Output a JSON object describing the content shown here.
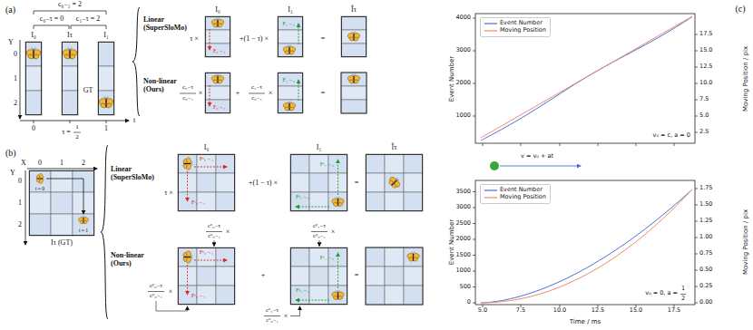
{
  "diagram": {
    "nodes": [
      {
        "text": [
          "I₀"
        ]
      },
      {
        "text": [
          "Iτ"
        ]
      },
      {
        "text": [
          "I₁"
        ]
      },
      {
        "text": [
          "I₀",
          "F₀→₁"
        ]
      },
      {
        "text": [
          "I₁",
          "F₁→₀"
        ]
      },
      {
        "text": [
          "Îτ"
        ]
      },
      {
        "text": [
          "F₀→₁"
        ]
      },
      {
        "text": [
          "F₁→₀"
        ]
      },
      {
        "text": [
          "Iτ (GT)",
          "t = 0",
          "t = 1"
        ]
      },
      {
        "text": [
          "I₀",
          "Fˣ₀→₁",
          "Fʸ₀→₁"
        ]
      },
      {
        "text": [
          "I₁",
          "Fʸ₁→₀",
          "Fˣ₁→₀"
        ]
      },
      {
        "text": [
          "Îτ"
        ]
      },
      {
        "text": [
          "Fˣ₀→₁",
          "Fʸ₀→₁"
        ]
      },
      {
        "text": [
          "Fʸ₁→₀",
          "Fˣ₁→₀"
        ]
      }
    ],
    "labels": [
      "(a)",
      "c₀₋₁ = 2",
      "c₀₋τ = 0",
      "c₁₋τ = 2",
      "Y",
      "0",
      "1",
      "2",
      "GT",
      "t",
      "0",
      "τ =",
      "1",
      "2",
      "1",
      "Linear (SuperSloMo)",
      "Non-linear (Ours)",
      "τ ×",
      "+(1 − τ) ×",
      "=",
      "c₀₋τ",
      "c₀₋₁",
      "×",
      "+",
      "c₁₋τ",
      "c₀₋₁",
      "×",
      "=",
      "(b)",
      "X",
      "0",
      "1",
      "2",
      "Y",
      "0",
      "1",
      "2",
      "Linear (SuperSloMo)",
      "Non-linear (Ours)",
      "τ ×",
      "+(1 − τ) ×",
      "=",
      "cˣ₀₋τ",
      "cˣ₀₋₁",
      "×",
      "cʸ₀₋τ",
      "cʸ₀₋₁",
      "×",
      "+",
      "cʸ₁₋τ",
      "cʸ₀₋₁",
      "×",
      "cˣ₁₋τ",
      "cˣ₀₋₁",
      "×",
      "=",
      "(c)",
      "Event Number",
      "1000",
      "2000",
      "3000",
      "4000",
      "2.5",
      "5.0",
      "7.5",
      "10.0",
      "12.5",
      "15.0",
      "17.5",
      "Moving Position / pix",
      "v₀ = c, a = 0",
      "v = v₀ + at",
      "Event Number",
      "0",
      "500",
      "1000",
      "1500",
      "2000",
      "2500",
      "3000",
      "3500",
      "0.00",
      "0.25",
      "0.50",
      "0.75",
      "1.00",
      "1.25",
      "1.50",
      "1.75",
      "Moving Position / pix",
      "5.0",
      "7.5",
      "10.0",
      "12.5",
      "15.0",
      "17.5",
      "Time / ms",
      "v₀ = 0, a =",
      "1",
      "2"
    ],
    "legend": [
      {
        "text": "Event Number"
      },
      {
        "text": "Moving Position"
      },
      {
        "text": "Event Number"
      },
      {
        "text": "Moving Position"
      }
    ]
  }
}
